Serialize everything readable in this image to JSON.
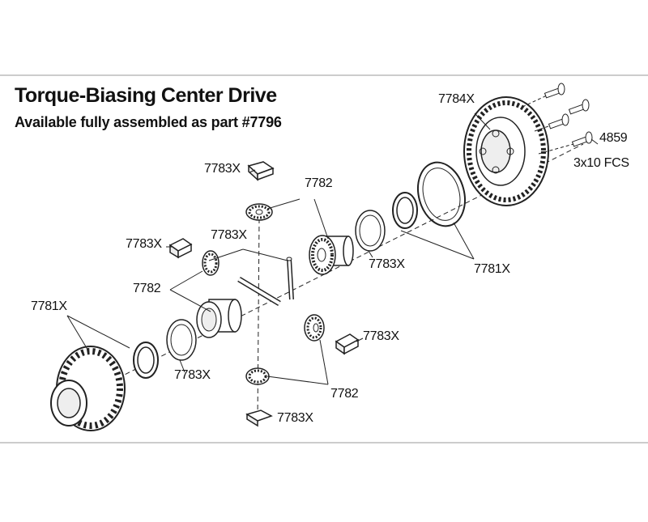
{
  "diagram": {
    "title": "Torque-Biasing Center Drive",
    "subtitle": "Available fully assembled as part #7796",
    "labels": {
      "spur_gear": "7784X",
      "screw_part": "4859",
      "screw_spec": "3x10 FCS",
      "top_bearing_block": "7783X",
      "top_gear": "7782",
      "left_block": "7783X",
      "shaft": "7783X",
      "left_gear": "7782",
      "left_housing": "7781X",
      "washer_right": "7783X",
      "housing_right": "7781X",
      "washer_left": "7783X",
      "right_block": "7783X",
      "bottom_gear": "7782",
      "bottom_block": "7783X"
    }
  }
}
